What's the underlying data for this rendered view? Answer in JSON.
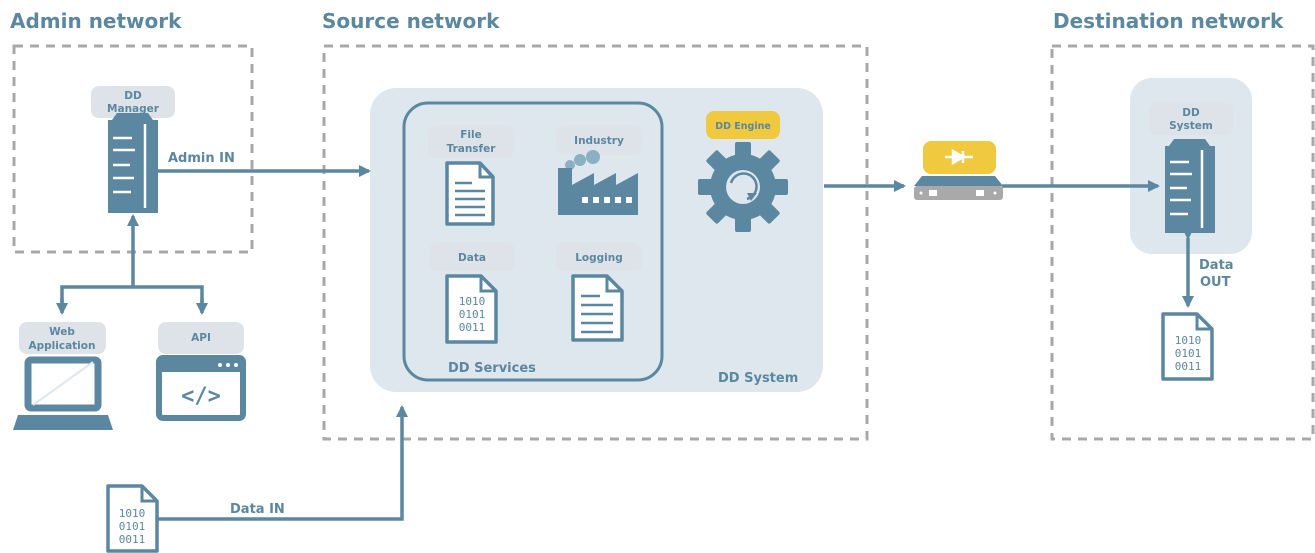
{
  "networks": {
    "admin": "Admin network",
    "source": "Source network",
    "destination": "Destination network"
  },
  "admin": {
    "manager_line1": "DD",
    "manager_line2": "Manager",
    "admin_in": "Admin IN",
    "web_line1": "Web",
    "web_line2": "Application",
    "api": "API",
    "code_glyph": "</>"
  },
  "source": {
    "services": {
      "file_line1": "File",
      "file_line2": "Transfer",
      "industry": "Industry",
      "data": "Data",
      "logging": "Logging",
      "title": "DD Services"
    },
    "engine": "DD Engine",
    "system": "DD System"
  },
  "destination": {
    "system_line1": "DD",
    "system_line2": "System",
    "data_out_line1": "Data",
    "data_out_line2": "OUT"
  },
  "data_in": "Data IN",
  "binary": {
    "row1": "1010",
    "row2": "0101",
    "row3": "0011"
  },
  "colors": {
    "primary": "#5b87a0",
    "panel": "#dde7ed",
    "tag": "#dde3e8",
    "yellow": "#f0c93f",
    "dash": "#a8a8a8"
  }
}
